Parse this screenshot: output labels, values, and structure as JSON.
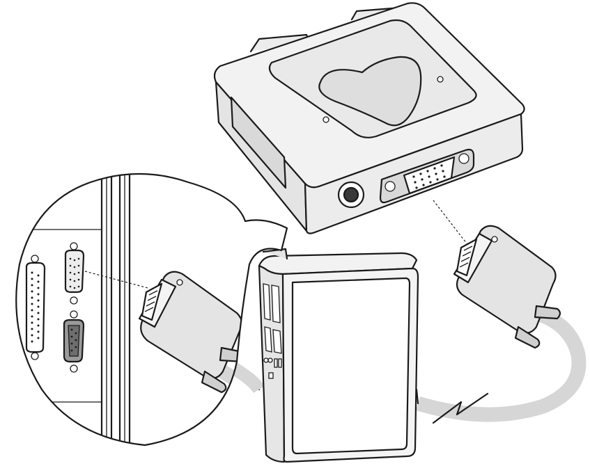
{
  "figure": {
    "style": "black-and-white line illustration",
    "palette": {
      "line": "#1a1a1a",
      "light_fill": "#ececec",
      "mid_fill": "#d9d9d9",
      "dark_fill": "#9a9a9a",
      "panel_fill": "#f2f2f2",
      "background": "#ffffff"
    },
    "icons": [
      "vga-adapter-box",
      "db15-vga-connector",
      "desktop-computer-tower",
      "db9-serial-port",
      "db25-parallel-port",
      "zigzag-break-symbol"
    ]
  }
}
